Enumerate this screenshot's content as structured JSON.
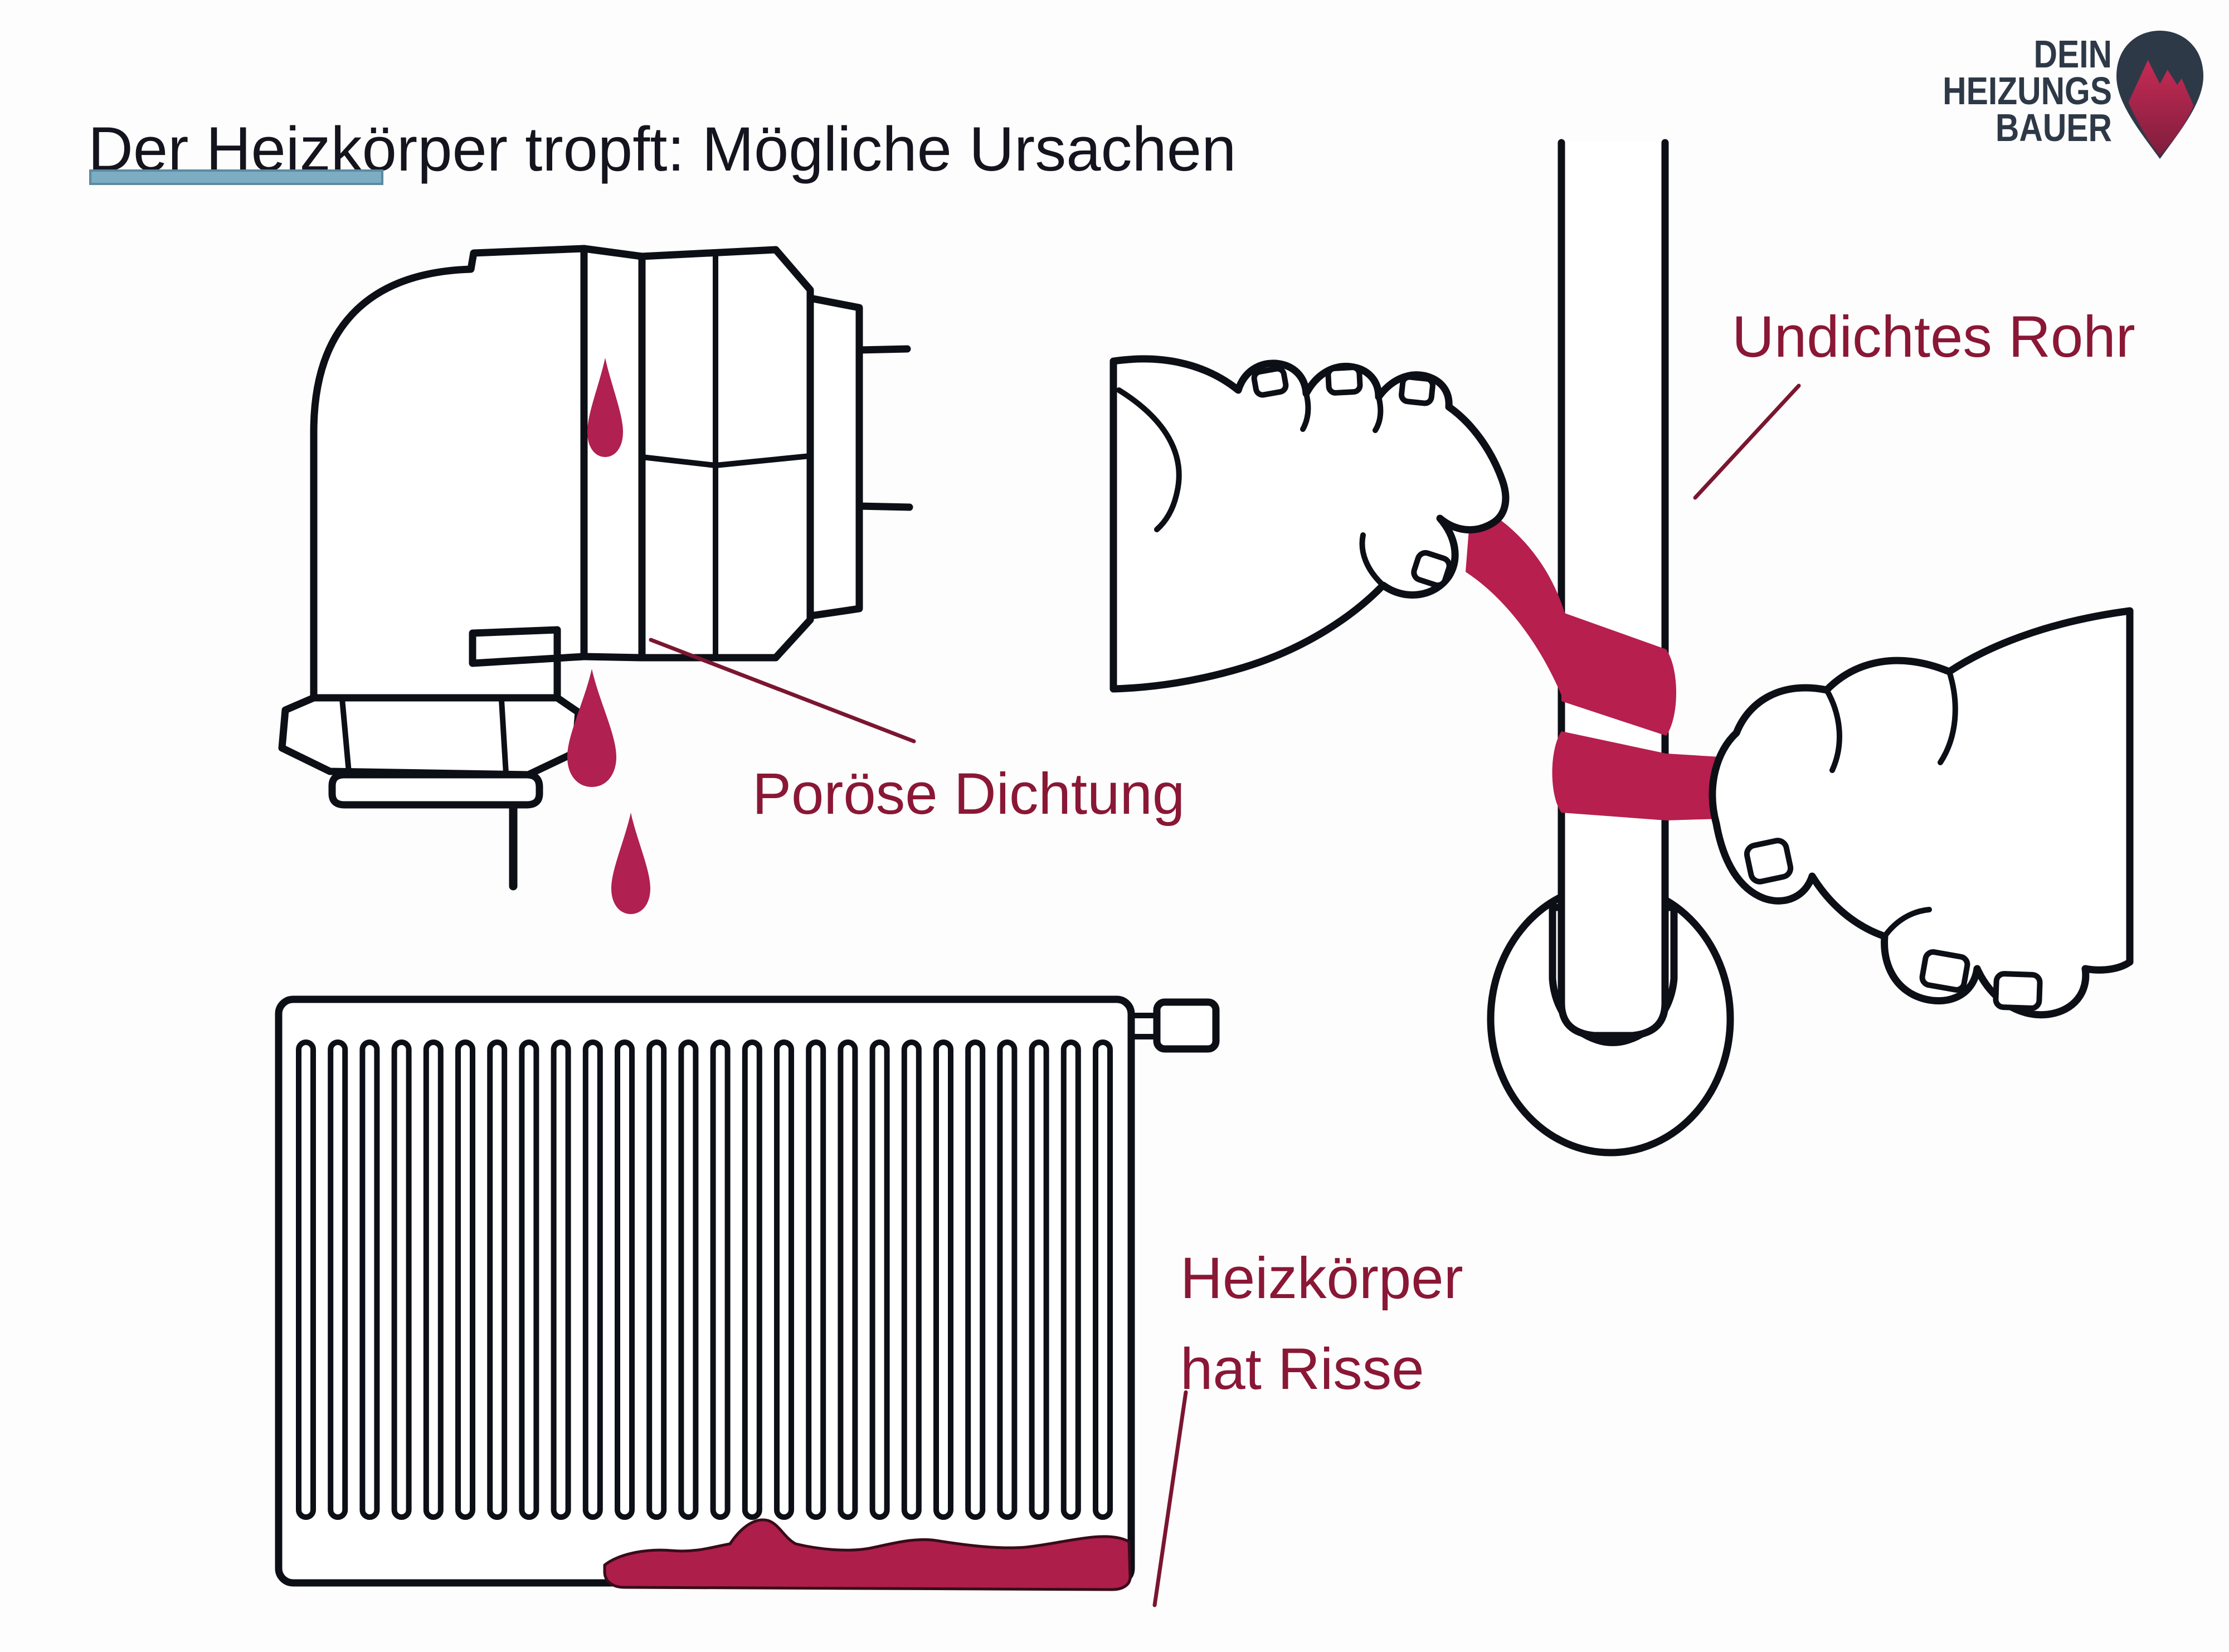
{
  "page": {
    "title": "Der Heizkörper tropft: Mögliche Ursachen"
  },
  "logo": {
    "line1": "DEIN",
    "line2": "HEIZUNGS",
    "line3": "BAUER"
  },
  "annotations": {
    "poroese_dichtung": "Poröse Dichtung",
    "undichtes_rohr": "Undichtes Rohr",
    "heizkoerper_line1": "Heizkörper",
    "heizkoerper_line2": "hat Risse"
  },
  "colors": {
    "title-dark": "#14141e",
    "accent-blue": "#7cadc2",
    "logo-navy": "#2e3947",
    "logo-red-top": "#c62b55",
    "logo-red-bottom": "#7f1d3d",
    "label-red": "#8a1735",
    "leader-red": "#7a1630",
    "line-dark": "#0d0f16",
    "drop-red": "#b02050",
    "tape-red": "#b61f4e",
    "blob-red": "#ad1e4a"
  }
}
